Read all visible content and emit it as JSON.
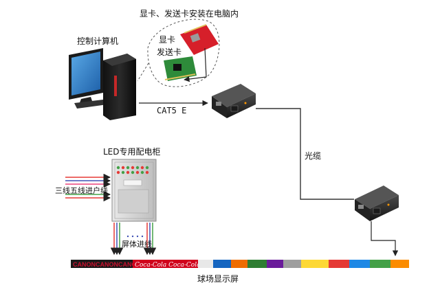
{
  "labels": {
    "cards_in_pc": "显卡、发送卡安装在电脑内",
    "control_pc": "控制计算机",
    "graphics_card": "显卡",
    "sender_card": "发送卡",
    "cat5e": "CAT5 E",
    "fiber": "光缆",
    "led_cabinet": "LED专用配电柜",
    "three_phase_input": "三线五线进户线",
    "screen_input": "屏体进线",
    "stadium_screen": "球场显示屏"
  },
  "banner": {
    "canon_text": "CANONCANONCANON",
    "coke_text": "Coca-Cola Coca-Cola"
  },
  "colors": {
    "line": "#333333",
    "dark_gray": "#3a3a3a",
    "cabinet": "#d9d9d9",
    "red_card": "#d61f2a",
    "green_card": "#2e8b3a",
    "coke_red": "#d0021b",
    "canon_red": "#c8102e",
    "converter": "#2a2a2a",
    "power_red": "#e53935",
    "power_blue": "#3f51b5",
    "power_green": "#43a047",
    "power_pink": "#ec407a"
  },
  "icons": [
    "computer-monitor-icon",
    "pc-tower-icon",
    "keyboard-icon",
    "graphics-card-icon",
    "sender-card-icon",
    "fiber-converter-icon",
    "cabinet-icon",
    "arrow-icon"
  ]
}
